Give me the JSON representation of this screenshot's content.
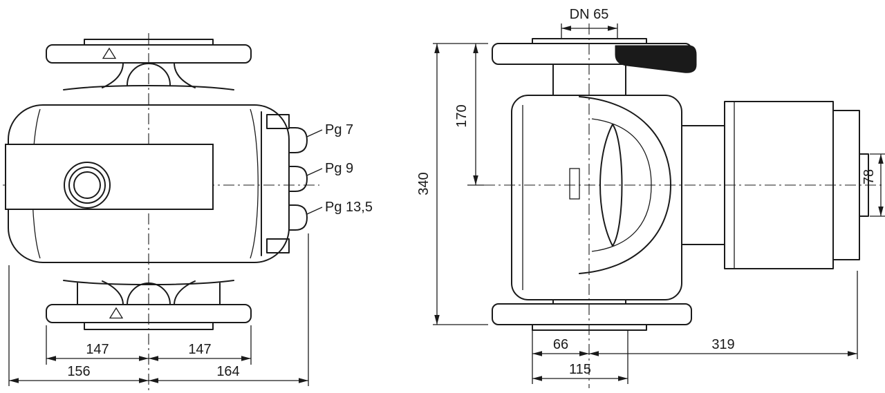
{
  "front_view": {
    "cable_glands": [
      "Pg 7",
      "Pg 9",
      "Pg 13,5"
    ],
    "dimensions": {
      "flange_half_left": "147",
      "flange_half_right": "147",
      "body_left_of_axis": "156",
      "body_right_of_axis": "164"
    }
  },
  "side_view": {
    "dimensions": {
      "nominal_diameter": "DN 65",
      "flange_top_to_axis": "170",
      "overall_height": "340",
      "motor_end_height": "78",
      "axis_to_flange_front": "66",
      "axis_to_motor_end": "319",
      "flange_front_to_pipe": "115"
    }
  },
  "colors": {
    "line": "#1a1a1a",
    "background": "#ffffff"
  }
}
